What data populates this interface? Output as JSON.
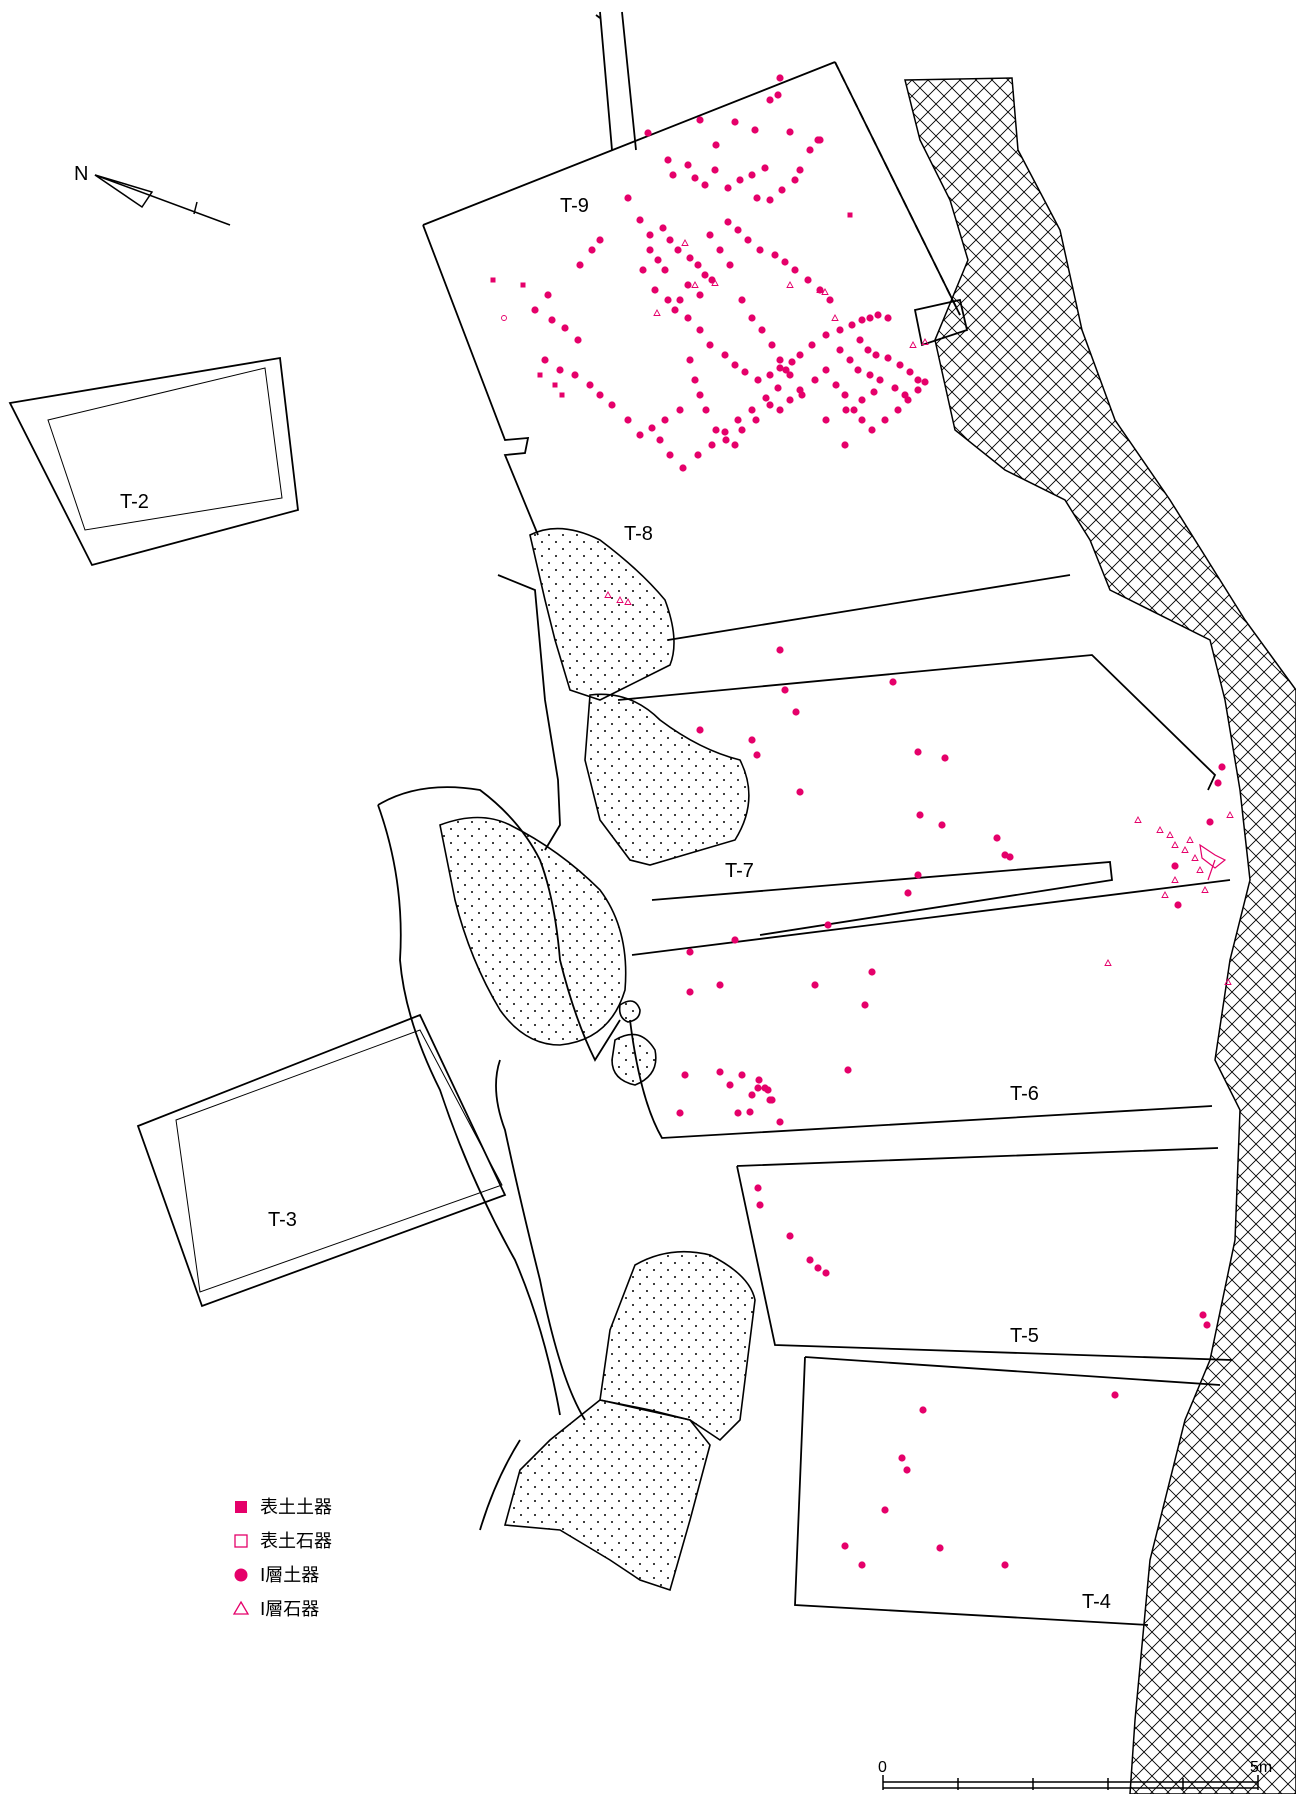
{
  "north_label": "N",
  "trenches": [
    {
      "id": "T-9",
      "label": "T-9"
    },
    {
      "id": "T-2",
      "label": "T-2"
    },
    {
      "id": "T-8",
      "label": "T-8"
    },
    {
      "id": "T-7",
      "label": "T-7"
    },
    {
      "id": "T-6",
      "label": "T-6"
    },
    {
      "id": "T-3",
      "label": "T-3"
    },
    {
      "id": "T-5",
      "label": "T-5"
    },
    {
      "id": "T-4",
      "label": "T-4"
    }
  ],
  "legend": [
    {
      "symbol": "filled-square",
      "text": "表土土器"
    },
    {
      "symbol": "open-square",
      "text": "表土石器"
    },
    {
      "symbol": "filled-circle",
      "text": "Ⅰ層土器"
    },
    {
      "symbol": "open-triangle",
      "text": "Ⅰ層石器"
    }
  ],
  "scale_bar": {
    "start": "0",
    "end": "5m"
  },
  "colors": {
    "artifact": "#e5006a",
    "line": "#000000"
  }
}
